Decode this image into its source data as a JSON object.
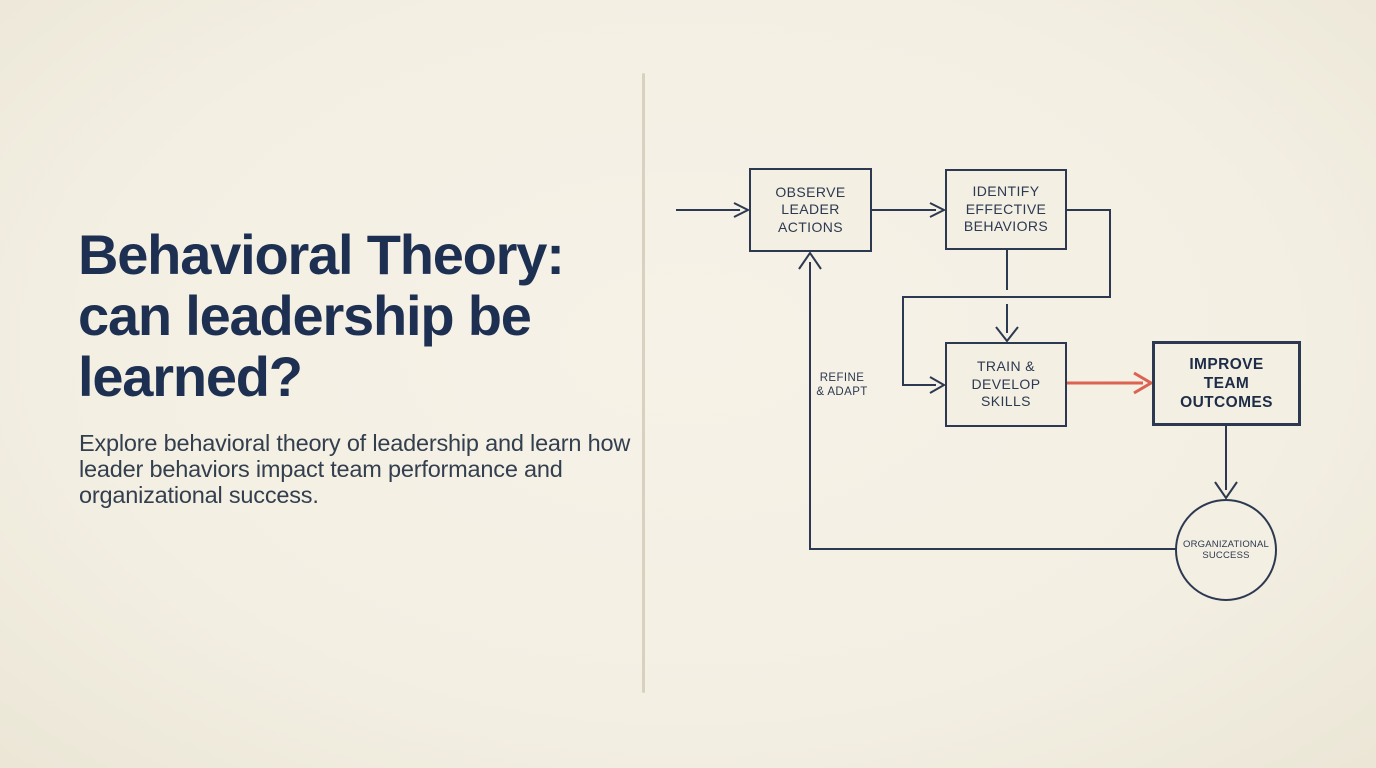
{
  "colors": {
    "background": "#f3efe3",
    "divider": "#d8d1c0",
    "ink": "#2c3950",
    "title": "#1e3052",
    "subtitle": "#333f4e",
    "accent": "#dc6352"
  },
  "left_panel": {
    "title_lines": [
      "Behavioral Theory:",
      "can leadership be",
      "learned?"
    ],
    "subtitle": "Explore behavioral theory of leadership and learn how leader behaviors impact team performance and organizational success."
  },
  "flowchart": {
    "nodes": [
      {
        "id": "observe",
        "label": "OBSERVE LEADER ACTIONS"
      },
      {
        "id": "identify",
        "label": "IDENTIFY EFFECTIVE BEHAVIORS"
      },
      {
        "id": "train",
        "label": "TRAIN & DEVELOP SKILLS"
      },
      {
        "id": "improve",
        "label": "IMPROVE TEAM OUTCOMES"
      },
      {
        "id": "success",
        "label": "ORGANIZATIONAL SUCCESS"
      }
    ],
    "edge_label": "REFINE & ADAPT"
  }
}
